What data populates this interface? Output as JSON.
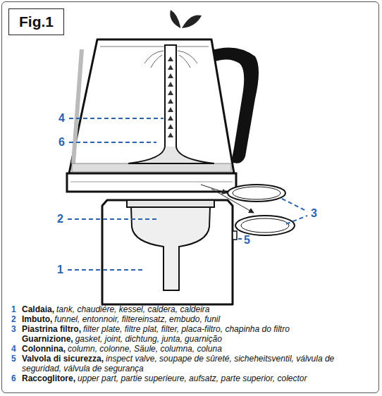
{
  "diagram": {
    "title": "Fig.1",
    "labels": [
      "4",
      "6",
      "2",
      "3",
      "5",
      "1",
      "1",
      "Caldaia,",
      "tank, chaudiére, kessel, caldera, caldeira",
      "2",
      "Imbuto,",
      "funnel, entonnoir, filtereinsatz, embudo, funil",
      "3",
      "Piastrina filtro,",
      "filter plate, filtre plat, filter, placa-filtro, chapinha do filtro",
      "Guarnizione,",
      "gasket, joint, dichtung, junta, guarnição",
      "4",
      "Colonnina,",
      "column, colonne, Säule, columna, coluna",
      "5",
      "Valvola di sicurezza,",
      "inspect valve, soupape de sûreté, sicheheitsventil, válvula de seguridad, válvula de segurança",
      "6",
      "Raccoglitore,",
      "upper part, partie superieure, aufsatz, parte superior, colector"
    ]
  }
}
